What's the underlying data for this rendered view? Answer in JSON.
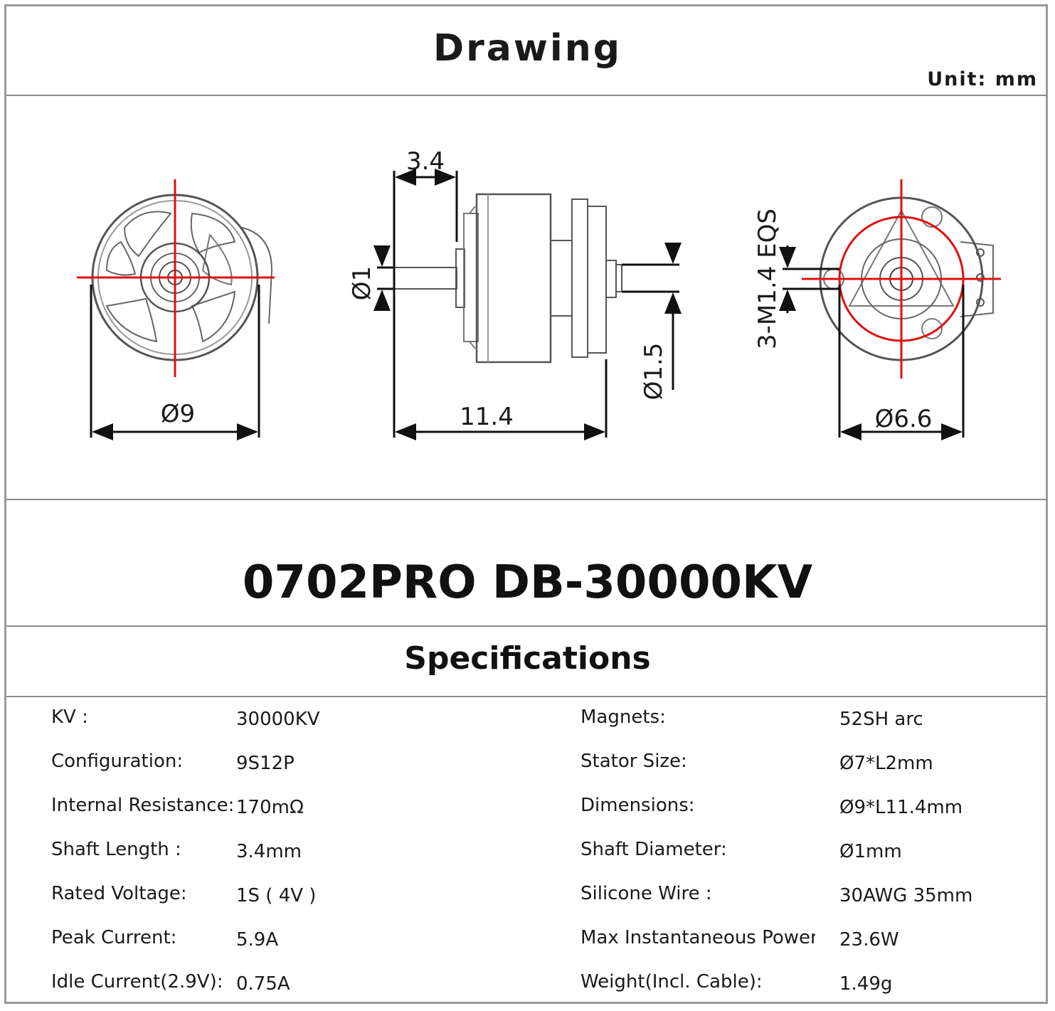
{
  "header": {
    "title": "Drawing",
    "unit": "Unit:  mm"
  },
  "drawing": {
    "front_view": {
      "diameter_label": "Ø9"
    },
    "side_view": {
      "shaft_length_label": "3.4",
      "shaft_diameter_label": "Ø1",
      "length_label": "11.4",
      "base_diameter_label": "Ø1.5"
    },
    "rear_view": {
      "screws_label": "3-M1.4 EQS",
      "hole_circle_label": "Ø6.6"
    }
  },
  "model": "0702PRO DB-30000KV",
  "specs": {
    "title": "Specifications",
    "left": [
      {
        "label": "KV :",
        "value": "30000KV"
      },
      {
        "label": "Configuration:",
        "value": "9S12P"
      },
      {
        "label": "Internal Resistance:",
        "value": "170mΩ"
      },
      {
        "label": "Shaft Length :",
        "value": "3.4mm"
      },
      {
        "label": "Rated Voltage:",
        "value": "1S ( 4V )"
      },
      {
        "label": "Peak Current:",
        "value": "5.9A"
      },
      {
        "label": "Idle Current(2.9V):",
        "value": "0.75A"
      }
    ],
    "right": [
      {
        "label": "Magnets:",
        "value": "52SH    arc"
      },
      {
        "label": "Stator Size:",
        "value": "Ø7*L2mm"
      },
      {
        "label": "Dimensions:",
        "value": "Ø9*L11.4mm"
      },
      {
        "label": "Shaft Diameter:",
        "value": "Ø1mm"
      },
      {
        "label": "Silicone Wire :",
        "value": "30AWG 35mm"
      },
      {
        "label": "Max Instantaneous Power",
        "value": "23.6W"
      },
      {
        "label": "Weight(Incl. Cable):",
        "value": "1.49g"
      }
    ]
  }
}
